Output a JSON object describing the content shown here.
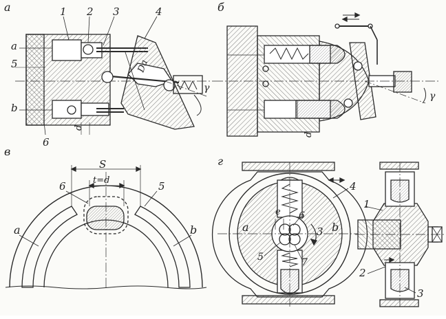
{
  "panels": {
    "a": {
      "letter": "а",
      "callouts": [
        "1",
        "2",
        "3",
        "4",
        "5",
        "6"
      ],
      "ports": [
        "a",
        "b"
      ],
      "dims": {
        "da": "Dа",
        "d": "d",
        "gamma": "γ"
      }
    },
    "b": {
      "letter": "б",
      "dims": {
        "d": "d",
        "gamma": "γ"
      }
    },
    "v": {
      "letter": "в",
      "callouts": [
        "6",
        "5"
      ],
      "ports": [
        "a",
        "b"
      ],
      "dims": {
        "s": "S",
        "t": "t=d"
      }
    },
    "g": {
      "letter": "г",
      "callouts": [
        "4",
        "1",
        "6",
        "3",
        "7",
        "5",
        "2",
        "3"
      ],
      "ports": [
        "a",
        "b"
      ],
      "dims": {
        "e": "e"
      }
    }
  },
  "colors": {
    "ink": "#2a2a2a",
    "hatch": "#6a6a6a",
    "paper": "#fbfbf8"
  }
}
